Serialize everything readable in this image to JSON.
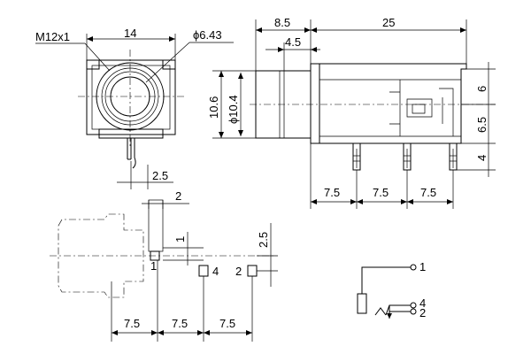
{
  "front_view": {
    "thread_label": "M12x1",
    "width_label": "14",
    "diameter_label": "ϕ6.43",
    "pin_pitch_label": "2.5"
  },
  "side_view": {
    "total_length": "25",
    "front_length": "8.5",
    "collar_length": "4.5",
    "outer_height": "10.6",
    "body_diameter": "ϕ10.4",
    "right_dims": [
      "6",
      "6.5",
      "4"
    ],
    "pin_spacing": [
      "7.5",
      "7.5",
      "7.5"
    ]
  },
  "pcb_footprint": {
    "slot_width": "2",
    "offset_label": "1",
    "row_offset": "2.5",
    "pin_labels": [
      "1",
      "4",
      "2"
    ],
    "pin_spacing": [
      "7.5",
      "7.5",
      "7.5"
    ]
  },
  "schematic": {
    "pin_labels": [
      "1",
      "4",
      "2"
    ]
  }
}
